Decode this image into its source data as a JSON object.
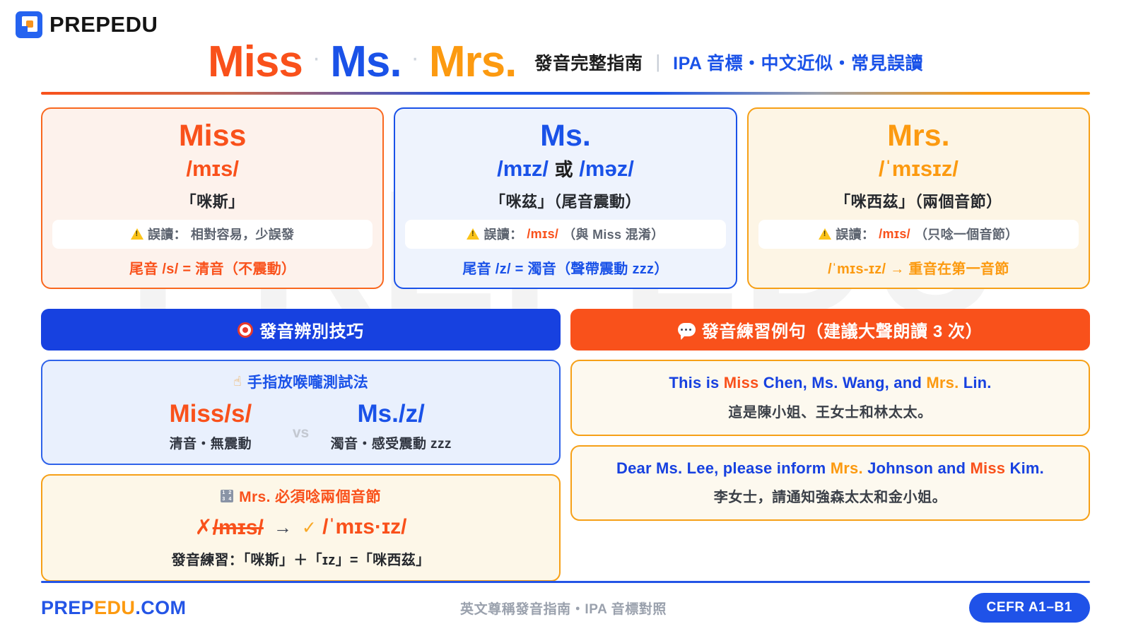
{
  "brand": {
    "logo_word": "PREPEDU",
    "logo_icon": "prepedu-square-logo",
    "watermark": "PREPEDU"
  },
  "header": {
    "word1": "Miss",
    "word2": "Ms.",
    "word3": "Mrs.",
    "separator": "·",
    "subtitle_cn": "發音完整指南",
    "divider": "|",
    "subtitle_blue": "IPA 音標・中文近似・常見誤讀"
  },
  "cards": [
    {
      "word": "Miss",
      "ipa": "/mɪs/",
      "approx": "「咪斯」",
      "warn_label": "誤讀：",
      "warn_value": "相對容易，少誤發",
      "warn_value_is_ipa": false,
      "note": "尾音 /s/ = 清音（不震動）",
      "accent": "#f9511b"
    },
    {
      "word": "Ms.",
      "ipa_a": "/mɪz/",
      "ipa_or": "或",
      "ipa_b": "/məz/",
      "approx": "「咪茲」（尾音震動）",
      "warn_label": "誤讀：",
      "warn_ipa": "/mɪs/",
      "warn_tail": "（與 Miss 混淆）",
      "note": "尾音 /z/ = 濁音（聲帶震動 zzz）",
      "accent": "#1a52e8"
    },
    {
      "word": "Mrs.",
      "ipa": "/ˈmɪsɪz/",
      "approx": "「咪西茲」（兩個音節）",
      "warn_label": "誤讀：",
      "warn_ipa": "/mɪs/",
      "warn_tail": "（只唸一個音節）",
      "note": "/ˈmɪs-ɪz/ → 重音在第一音節",
      "accent": "#fc9a10"
    }
  ],
  "tips_section": {
    "heading": "發音辨別技巧",
    "heading_icon": "target-icon",
    "panel1": {
      "title": "手指放喉嚨測試法",
      "title_icon": "pointing-finger-icon",
      "left_word": "Miss",
      "left_ipa": "/s/",
      "left_sub": "清音・無震動",
      "vs_label": "vs",
      "right_word": "Ms.",
      "right_ipa": "/z/",
      "right_sub": "濁音・感受震動 zzz"
    },
    "panel2": {
      "title": "Mrs. 必須唸兩個音節",
      "title_icon": "input-numbers-icon",
      "wrong_mark": "✗",
      "wrong_ipa": "/mɪs/",
      "arrow": "→",
      "check_mark": "✓",
      "right_ipa": "/ˈmɪs·ɪz/",
      "bottom": "發音練習：「咪斯」＋「ɪz」=「咪西茲」"
    }
  },
  "practice_section": {
    "heading": "發音練習例句（建議大聲朗讀 3 次）",
    "heading_icon": "speech-bubble-icon",
    "sentences": [
      {
        "en_parts": [
          {
            "text": "This is ",
            "color": "blue"
          },
          {
            "text": "Miss",
            "color": "orange"
          },
          {
            "text": " Chen, Ms. Wang, and ",
            "color": "blue"
          },
          {
            "text": "Mrs.",
            "color": "amber"
          },
          {
            "text": " Lin.",
            "color": "blue"
          }
        ],
        "cn": "這是陳小姐、王女士和林太太。"
      },
      {
        "en_parts": [
          {
            "text": "Dear Ms. Lee, please inform ",
            "color": "blue"
          },
          {
            "text": "Mrs.",
            "color": "amber"
          },
          {
            "text": " Johnson and ",
            "color": "blue"
          },
          {
            "text": "Miss",
            "color": "orange"
          },
          {
            "text": " Kim.",
            "color": "blue"
          }
        ],
        "cn": "李女士，請通知強森太太和金小姐。"
      }
    ]
  },
  "footer": {
    "brand_pre": "PREP",
    "brand_edu": "EDU",
    "brand_post": ".COM",
    "middle": "英文尊稱發音指南・IPA 音標對照",
    "badge": "CEFR A1–B1"
  },
  "colors": {
    "orange": "#f9511b",
    "blue": "#1a52e8",
    "amber": "#fc9a10",
    "deep_blue": "#1741e0"
  }
}
